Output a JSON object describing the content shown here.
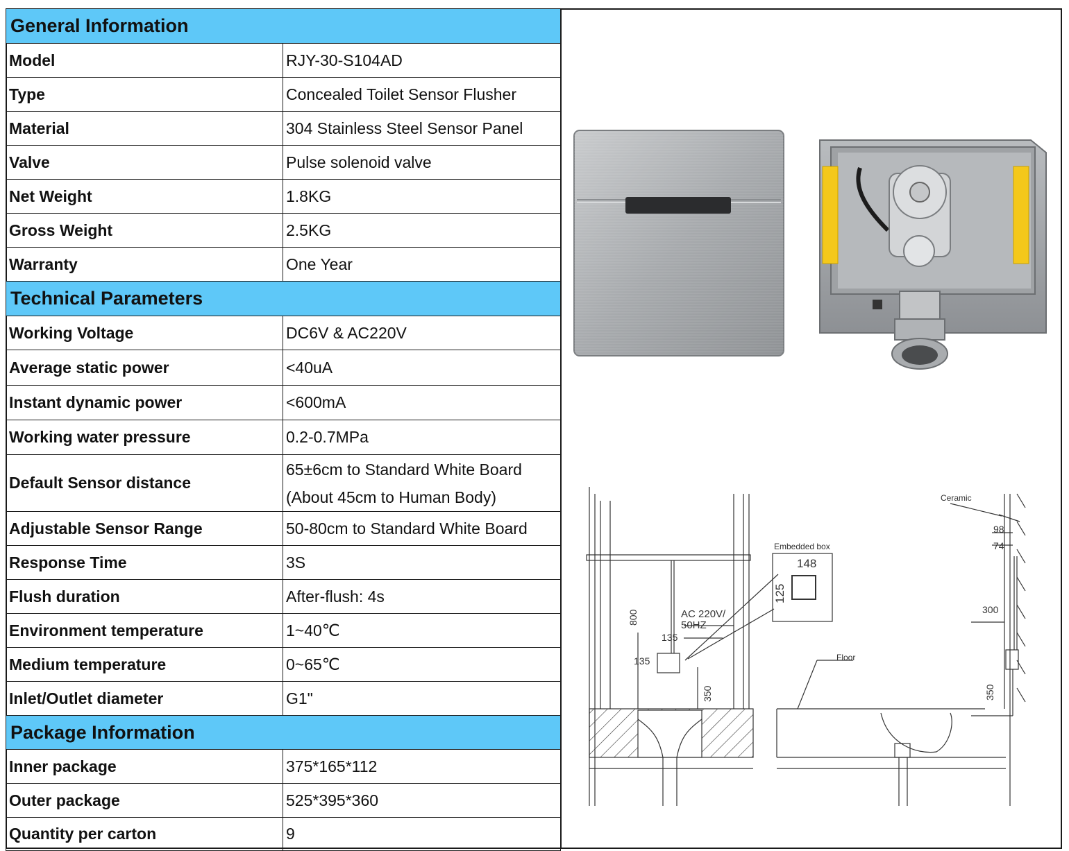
{
  "general": {
    "title": "General Information",
    "rows": [
      {
        "label": "Model",
        "value": "RJY-30-S104AD"
      },
      {
        "label": "Type",
        "value": "Concealed Toilet Sensor Flusher"
      },
      {
        "label": "Material",
        "value": "304 Stainless Steel Sensor Panel"
      },
      {
        "label": "Valve",
        "value": "Pulse solenoid valve"
      },
      {
        "label": "Net Weight",
        "value": "1.8KG"
      },
      {
        "label": "Gross Weight",
        "value": "2.5KG"
      },
      {
        "label": "Warranty",
        "value": "One Year"
      }
    ]
  },
  "technical": {
    "title": "Technical Parameters",
    "rows": [
      {
        "label": "Working Voltage",
        "value": "DC6V & AC220V"
      },
      {
        "label": "Average static power",
        "value": "<40uA"
      },
      {
        "label": "Instant dynamic power",
        "value": "<600mA"
      },
      {
        "label": "Working water pressure",
        "value": "0.2-0.7MPa"
      },
      {
        "label": "Default Sensor distance",
        "value": "65±6cm to Standard White Board",
        "value2": "(About 45cm to Human Body)"
      },
      {
        "label": "Adjustable Sensor Range",
        "value": "50-80cm to Standard White Board"
      },
      {
        "label": "Response Time",
        "value": "3S"
      },
      {
        "label": "Flush duration",
        "value": "After-flush: 4s"
      },
      {
        "label": "Environment temperature",
        "value": "1~40℃"
      },
      {
        "label": "Medium temperature",
        "value": "0~65℃"
      },
      {
        "label": "Inlet/Outlet diameter",
        "value": "G1\""
      }
    ]
  },
  "package": {
    "title": "Package Information",
    "rows": [
      {
        "label": "Inner package",
        "value": "375*165*112"
      },
      {
        "label": "Outer package",
        "value": "525*395*360"
      },
      {
        "label": "Quantity per carton",
        "value": "9"
      }
    ]
  },
  "diagram": {
    "embedded_box": "Embedded box",
    "box_w": "148",
    "box_h": "125",
    "power": "AC 220V/",
    "freq": "50HZ",
    "dim_135a": "135",
    "dim_135b": "135",
    "dim_800": "800",
    "dim_350a": "350",
    "ceramic": "Ceramic",
    "dim_98": "98",
    "dim_74": "74",
    "dim_300": "300",
    "floor": "Floor",
    "dim_350b": "350"
  },
  "colors": {
    "header_bg": "#5ec8f8",
    "border": "#1a1a1a"
  }
}
